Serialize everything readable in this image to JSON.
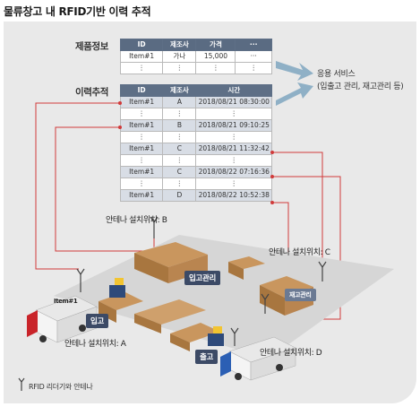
{
  "title": "물류창고 내 RFID기반 이력 추적",
  "product_info": {
    "label": "제품정보",
    "headers": [
      "ID",
      "제조사",
      "가격",
      "···"
    ],
    "rows": [
      [
        "Item#1",
        "가나",
        "15,000",
        "···"
      ],
      [
        "⋮",
        "⋮",
        "⋮",
        "⋮"
      ]
    ]
  },
  "history": {
    "label": "이력추적",
    "headers": [
      "ID",
      "제조사",
      "시간"
    ],
    "rows": [
      [
        "Item#1",
        "A",
        "2018/08/21 08:30:00"
      ],
      [
        "⋮",
        "⋮",
        "⋮"
      ],
      [
        "Item#1",
        "B",
        "2018/08/21 09:10:25"
      ],
      [
        "⋮",
        "⋮",
        "⋮"
      ],
      [
        "Item#1",
        "C",
        "2018/08/21 11:32:42"
      ],
      [
        "⋮",
        "⋮",
        "⋮"
      ],
      [
        "Item#1",
        "C",
        "2018/08/22 07:16:36"
      ],
      [
        "⋮",
        "⋮",
        "⋮"
      ],
      [
        "Item#1",
        "D",
        "2018/08/22 10:52:38"
      ]
    ]
  },
  "service": {
    "line1": "응용 서비스",
    "line2": "(입출고 관리, 재고관리 등)"
  },
  "antennas": {
    "a": "안테나 설치위치: A",
    "b": "안테나 설치위치: B",
    "c": "안테나 설치위치: C",
    "d": "안테나 설치위치: D"
  },
  "zones": {
    "inbound": "입고",
    "inbound_mgmt": "입고관리",
    "outbound": "출고",
    "inventory_mgmt": "재고관리"
  },
  "item_tag": "Item#1",
  "legend": "RFID 리더기와 안테나",
  "colors": {
    "link": "#d13a3a",
    "header": "#5e6f86",
    "arrow": "#8fb0c6"
  }
}
